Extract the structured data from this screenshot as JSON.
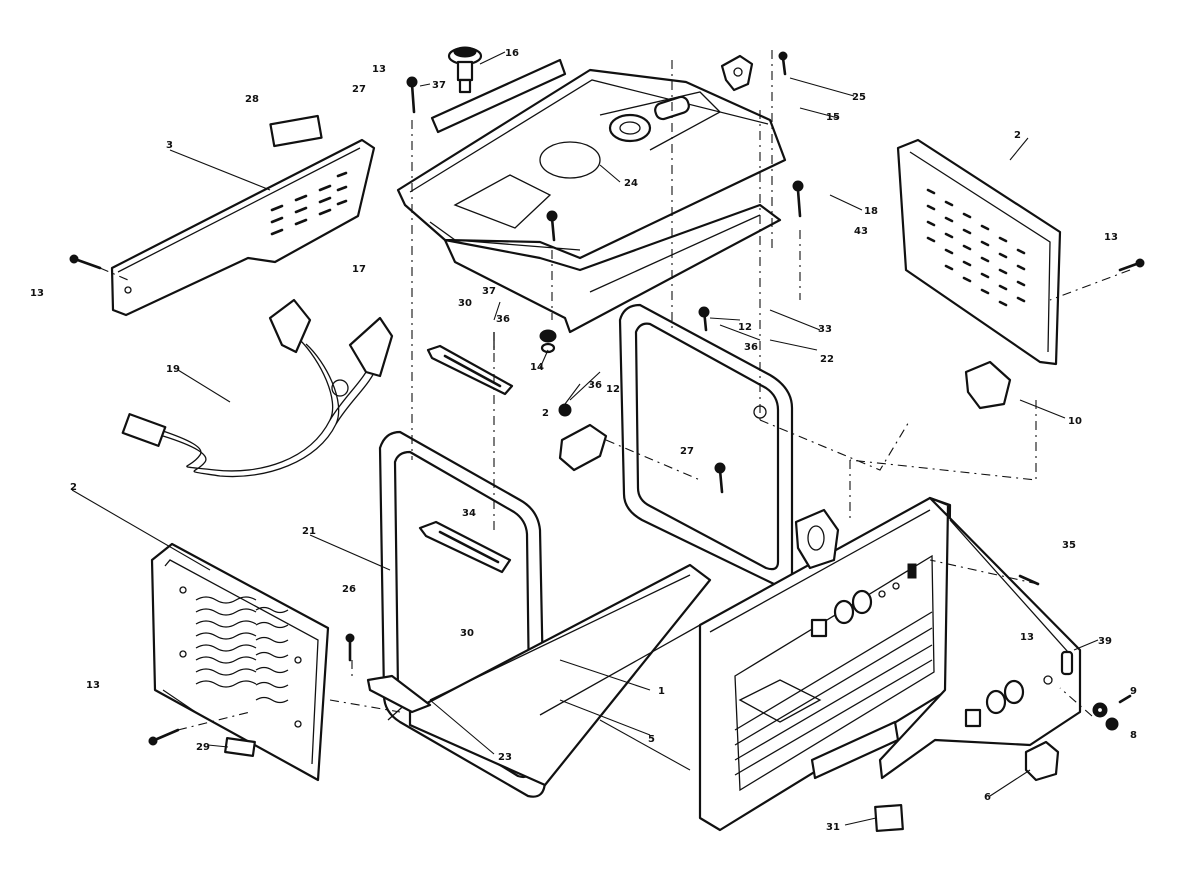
{
  "diagram": {
    "callouts": [
      {
        "id": "c-13-top",
        "text": "13"
      },
      {
        "id": "c-27-top",
        "text": "27"
      },
      {
        "id": "c-37-top",
        "text": "37"
      },
      {
        "id": "c-16",
        "text": "16"
      },
      {
        "id": "c-28-top",
        "text": "28"
      },
      {
        "id": "c-3",
        "text": "3"
      },
      {
        "id": "c-25",
        "text": "25"
      },
      {
        "id": "c-15",
        "text": "15"
      },
      {
        "id": "c-2-right",
        "text": "2"
      },
      {
        "id": "c-13-left",
        "text": "13"
      },
      {
        "id": "c-17",
        "text": "17"
      },
      {
        "id": "c-24",
        "text": "24"
      },
      {
        "id": "c-37-mid",
        "text": "37"
      },
      {
        "id": "c-18",
        "text": "18"
      },
      {
        "id": "c-43",
        "text": "43"
      },
      {
        "id": "c-13-right",
        "text": "13"
      },
      {
        "id": "c-30-top",
        "text": "30"
      },
      {
        "id": "c-36-top",
        "text": "36"
      },
      {
        "id": "c-12-top",
        "text": "12"
      },
      {
        "id": "c-33",
        "text": "33"
      },
      {
        "id": "c-36-mid",
        "text": "36"
      },
      {
        "id": "c-22",
        "text": "22"
      },
      {
        "id": "c-19",
        "text": "19"
      },
      {
        "id": "c-14",
        "text": "14"
      },
      {
        "id": "c-36-b",
        "text": "36"
      },
      {
        "id": "c-12-mid",
        "text": "12"
      },
      {
        "id": "c-2-mid",
        "text": "2"
      },
      {
        "id": "c-10",
        "text": "10"
      },
      {
        "id": "c-27-mid",
        "text": "27"
      },
      {
        "id": "c-2-left",
        "text": "2"
      },
      {
        "id": "c-21",
        "text": "21"
      },
      {
        "id": "c-34",
        "text": "34"
      },
      {
        "id": "c-35",
        "text": "35"
      },
      {
        "id": "c-26",
        "text": "26"
      },
      {
        "id": "c-30-bot",
        "text": "30"
      },
      {
        "id": "c-13-mid",
        "text": "13"
      },
      {
        "id": "c-1",
        "text": "1"
      },
      {
        "id": "c-39",
        "text": "39"
      },
      {
        "id": "c-9",
        "text": "9"
      },
      {
        "id": "c-13-bot",
        "text": "13"
      },
      {
        "id": "c-5",
        "text": "5"
      },
      {
        "id": "c-8",
        "text": "8"
      },
      {
        "id": "c-29",
        "text": "29"
      },
      {
        "id": "c-23",
        "text": "23"
      },
      {
        "id": "c-6",
        "text": "6"
      },
      {
        "id": "c-31",
        "text": "31"
      }
    ]
  }
}
